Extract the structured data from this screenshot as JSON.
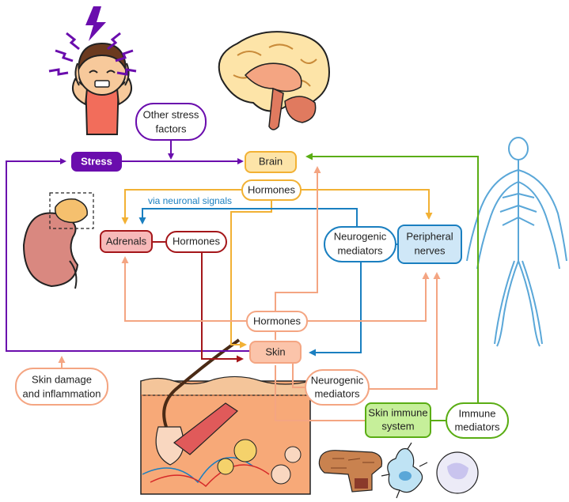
{
  "nodes": {
    "stress": "Stress",
    "other_stress_factors": [
      "Other stress",
      "factors"
    ],
    "brain": "Brain",
    "hormones_top": "Hormones",
    "via_neuronal_signals": "via neuronal signals",
    "adrenals": "Adrenals",
    "hormones_adrenal": "Hormones",
    "neurogenic_mediators_top": [
      "Neurogenic",
      "mediators"
    ],
    "peripheral_nerves": [
      "Peripheral",
      "nerves"
    ],
    "hormones_bottom": "Hormones",
    "skin": "Skin",
    "skin_damage": [
      "Skin damage",
      "and inflammation"
    ],
    "neurogenic_mediators_bottom": [
      "Neurogenic",
      "mediators"
    ],
    "skin_immune_system": [
      "Skin immune",
      "system"
    ],
    "immune_mediators": [
      "Immune",
      "mediators"
    ]
  },
  "colors": {
    "stress": "#6a0dad",
    "brain_fill": "#fde4a8",
    "brain_stroke": "#f2b134",
    "adrenal_fill": "#f7b9b9",
    "adrenal_stroke": "#a4161a",
    "nerve_fill": "#cfe7f7",
    "nerve_stroke": "#1a7fc0",
    "skin_fill": "#fbc4aa",
    "skin_stroke": "#f4a582",
    "immune_fill": "#c6ef9a",
    "immune_stroke": "#5aad14"
  },
  "illustrations": [
    "stressed-person",
    "brain",
    "kidney-adrenal",
    "skin-cross-section",
    "nervous-system-figure",
    "immune-cells"
  ]
}
